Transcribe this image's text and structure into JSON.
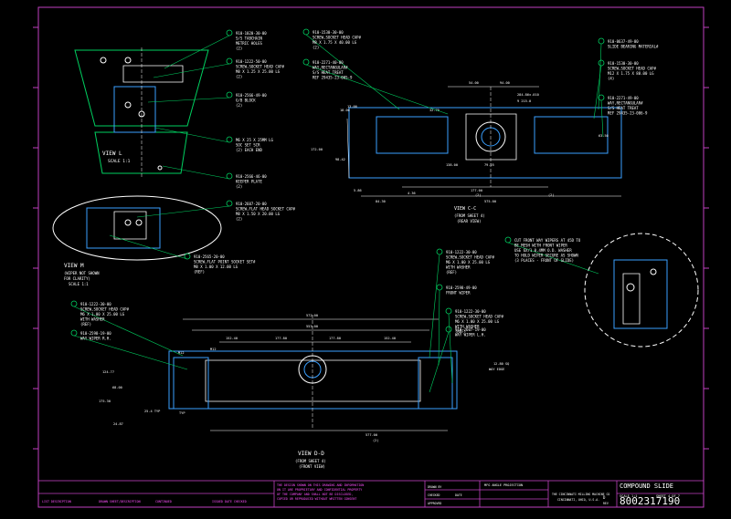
{
  "colors": {
    "background": "#000000",
    "border": "#c040c0",
    "geometry": "#3aa0ff",
    "dimension": "#ffffff",
    "leader": "#00d060",
    "title_text": "#ffffff"
  },
  "views": {
    "view_l": {
      "name": "VIEW L",
      "scale": "SCALE 1:1"
    },
    "view_m": {
      "name": "VIEW M",
      "note1": "(WIPER NOT SHOWN",
      "note2": "FOR CLARITY)",
      "scale": "SCALE 1:1"
    },
    "view_cc": {
      "name": "VIEW C-C",
      "from": "(FROM SHEET 4)",
      "rear": "(REAR VIEW)"
    },
    "view_dd": {
      "name": "VIEW D-D",
      "from": "(FROM SHEET 4)",
      "front": "(FRONT VIEW)"
    }
  },
  "callouts": {
    "c1": [
      "910-1020-30-00",
      "S/S TABCHAIN",
      "METRIC HOLES",
      "(2)"
    ],
    "c2": [
      "910-1222-50-00",
      "SCREW,SOCKET HEAD CAP#",
      "M8 X 1.25 X 25.00 LG",
      "(2)"
    ],
    "c3": [
      "910-2566-49-00",
      "G/B BLOCK",
      "(2)"
    ],
    "c4": [
      "M6 X 25 X 25MM LG",
      "SOC SET SCR",
      "(2) EACH END"
    ],
    "c5": [
      "910-2566-46-00",
      "KEEPER PLATE",
      "(2)"
    ],
    "c6": [
      "910-2607-20-00",
      "SCREW,FLAT HEAD SOCKET CAP#",
      "M8 X 1.50 X 20.00 LG",
      "(2)"
    ],
    "c7": [
      "910-1530-30-00",
      "SCREW,SOCKET HEAD CAP#",
      "M8 X 1.75 X 40.00 LG",
      "(2)"
    ],
    "c8": [
      "910-2271-40-00",
      "WAY,RECTANGULAR#",
      "S/S HEAT TREAT",
      "REF 29435-23-005-9"
    ],
    "c9": [
      "910-0637-49-00",
      "SLIDE BEARING MATERIAL#"
    ],
    "c10": [
      "910-1530-30-00",
      "SCREW,SOCKET HEAD CAP#",
      "M12 X 1.75 X 80.00 LG",
      "(4)"
    ],
    "c11": [
      "910-2271-49-00",
      "WAY,RECTANGULAR#",
      "S/S HEAT TREAT",
      "REF 29435-23-006-9"
    ],
    "c12": [
      "910-2565-20-00",
      "SCREW,FLAT POINT SOCKET SET#",
      "M8 X 1.00 X 12.00 LG",
      "(REF)"
    ],
    "c13": [
      "910-1222-30-00",
      "SCREW,SOCKET HEAD CAP#",
      "M6 X 1.00 X 25.00 LG",
      "WITH WASHER",
      "(REF)"
    ],
    "c14": [
      "910-2598-49-00",
      "FRONT WIPER"
    ],
    "c15": [
      "910-1222-30-00",
      "SCREW,SOCKET HEAD CAP#",
      "M6 X 1.00 X 25.00 LG",
      "WITH WASHER",
      "(REF)"
    ],
    "c16": [
      "910-2607-19-00",
      "WAY WIPER L.H."
    ],
    "c17": [
      "910-1222-30-00",
      "SCREW,SOCKET HEAD CAP#",
      "M6 X 1.00 X 25.00 LG",
      "WITH WASHER",
      "(REF)"
    ],
    "c18": [
      "910-2598-19-00",
      "WAY WIPER R.H."
    ],
    "c19": [
      "CUT FRONT WAY WIPERS AT 45D TO",
      "BE MESH WITH FRONT WIPER",
      "USE 6X/1 0.4MM O.D. WASHER",
      "TO HOLD WIPER SECURE AS SHOWN",
      "(3 PLACES - FRONT OF SLIDE)"
    ]
  },
  "dims_cc": [
    "54.00",
    "94.00",
    "18.00",
    "32.70",
    "284.86±.010",
    "9 215.0",
    "138.00",
    "79.25",
    "98.42",
    "172.00",
    "5.86",
    "13.00",
    "63.50",
    "4.36",
    "177.00",
    "84.30",
    "575.00",
    "(2)",
    "(2)"
  ],
  "dims_dd": [
    "572.00",
    "553.00",
    "152.40",
    "177.80",
    "177.80",
    "152.40",
    "M12",
    "M12",
    "124.77",
    "175.30",
    "68.00",
    "25.4 TYP",
    "TYP",
    "24.87",
    "12.80 SQ",
    "WAY EDGE",
    "577.00",
    "(2)"
  ],
  "title_block": {
    "notes": [
      "THE DESIGN SHOWN ON THIS DRAWING AND INFORMATION",
      "ON IT ARE PROPRIETARY AND CONFIDENTIAL PROPERTY",
      "OF THE COMPANY AND SHALL NOT BE DISCLOSED,",
      "COPIED OR REPRODUCED WITHOUT WRITTEN CONSENT"
    ],
    "drawing_title": "COMPOUND SLIDE",
    "drawing_number": "8002317190",
    "sheet": "SHEET 4 OF 7",
    "scale": "SCALE 1:1",
    "size": "D",
    "company_line1": "THE CINCINNATI MILLING MACHINE CO",
    "company_line2": "CINCINNATI, OHIO, U.S.A.",
    "drawn": "DRAWN BY",
    "checked": "CHECKED",
    "approved": "APPROVED",
    "date": "DATE",
    "mfg": "MFG ANGLE PROJECTION",
    "bottom_left": [
      "LIST DESCRIPTION",
      "DRAWN SHEET/DESCRIPTION",
      "CONTINUED",
      "ISSUED DATE CHECKED"
    ],
    "rev": "REV"
  }
}
